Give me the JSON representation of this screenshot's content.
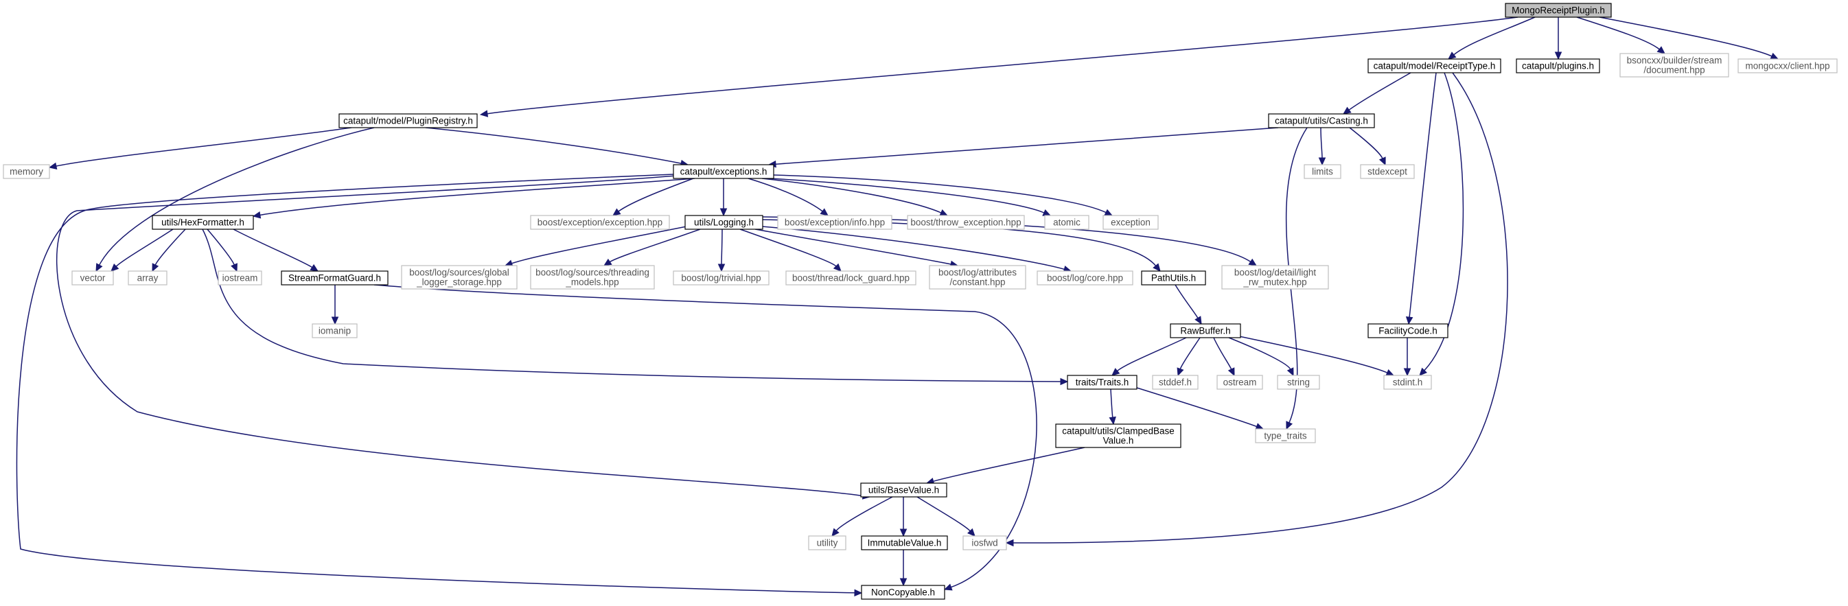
{
  "graph": {
    "nodes": [
      {
        "id": "mongo_receipt_plugin",
        "kind": "main",
        "label": [
          "MongoReceiptPlugin.h"
        ]
      },
      {
        "id": "plugin_registry",
        "kind": "local",
        "label": [
          "catapult/model/PluginRegistry.h"
        ]
      },
      {
        "id": "receipt_type",
        "kind": "local",
        "label": [
          "catapult/model/ReceiptType.h"
        ]
      },
      {
        "id": "plugins",
        "kind": "local",
        "label": [
          "catapult/plugins.h"
        ]
      },
      {
        "id": "bsoncxx_document",
        "kind": "ext",
        "label": [
          "bsoncxx/builder/stream",
          "/document.hpp"
        ]
      },
      {
        "id": "mongocxx_client",
        "kind": "ext",
        "label": [
          "mongocxx/client.hpp"
        ]
      },
      {
        "id": "memory",
        "kind": "ext",
        "label": [
          "memory"
        ]
      },
      {
        "id": "exceptions",
        "kind": "local",
        "label": [
          "catapult/exceptions.h"
        ]
      },
      {
        "id": "vector",
        "kind": "ext",
        "label": [
          "vector"
        ]
      },
      {
        "id": "casting",
        "kind": "local",
        "label": [
          "catapult/utils/Casting.h"
        ]
      },
      {
        "id": "facility_code",
        "kind": "local",
        "label": [
          "FacilityCode.h"
        ]
      },
      {
        "id": "stdint",
        "kind": "ext",
        "label": [
          "stdint.h"
        ]
      },
      {
        "id": "iosfwd",
        "kind": "ext",
        "label": [
          "iosfwd"
        ]
      },
      {
        "id": "limits",
        "kind": "ext",
        "label": [
          "limits"
        ]
      },
      {
        "id": "stdexcept",
        "kind": "ext",
        "label": [
          "stdexcept"
        ]
      },
      {
        "id": "type_traits",
        "kind": "ext",
        "label": [
          "type_traits"
        ]
      },
      {
        "id": "hex_formatter",
        "kind": "local",
        "label": [
          "utils/HexFormatter.h"
        ]
      },
      {
        "id": "boost_exception",
        "kind": "ext",
        "label": [
          "boost/exception/exception.hpp"
        ]
      },
      {
        "id": "logging",
        "kind": "local",
        "label": [
          "utils/Logging.h"
        ]
      },
      {
        "id": "boost_exception_info",
        "kind": "ext",
        "label": [
          "boost/exception/info.hpp"
        ]
      },
      {
        "id": "boost_throw_exception",
        "kind": "ext",
        "label": [
          "boost/throw_exception.hpp"
        ]
      },
      {
        "id": "atomic",
        "kind": "ext",
        "label": [
          "atomic"
        ]
      },
      {
        "id": "exception",
        "kind": "ext",
        "label": [
          "exception"
        ]
      },
      {
        "id": "base_value",
        "kind": "local",
        "label": [
          "utils/BaseValue.h"
        ]
      },
      {
        "id": "non_copyable",
        "kind": "local",
        "label": [
          "NonCopyable.h"
        ]
      },
      {
        "id": "array",
        "kind": "ext",
        "label": [
          "array"
        ]
      },
      {
        "id": "iostream",
        "kind": "ext",
        "label": [
          "iostream"
        ]
      },
      {
        "id": "stream_format_guard",
        "kind": "local",
        "label": [
          "StreamFormatGuard.h"
        ]
      },
      {
        "id": "traits",
        "kind": "local",
        "label": [
          "traits/Traits.h"
        ]
      },
      {
        "id": "iomanip",
        "kind": "ext",
        "label": [
          "iomanip"
        ]
      },
      {
        "id": "boost_global_logger",
        "kind": "ext",
        "label": [
          "boost/log/sources/global",
          "_logger_storage.hpp"
        ]
      },
      {
        "id": "boost_threading_models",
        "kind": "ext",
        "label": [
          "boost/log/sources/threading",
          "_models.hpp"
        ]
      },
      {
        "id": "boost_trivial",
        "kind": "ext",
        "label": [
          "boost/log/trivial.hpp"
        ]
      },
      {
        "id": "boost_lock_guard",
        "kind": "ext",
        "label": [
          "boost/thread/lock_guard.hpp"
        ]
      },
      {
        "id": "boost_constant",
        "kind": "ext",
        "label": [
          "boost/log/attributes",
          "/constant.hpp"
        ]
      },
      {
        "id": "boost_core",
        "kind": "ext",
        "label": [
          "boost/log/core.hpp"
        ]
      },
      {
        "id": "path_utils",
        "kind": "local",
        "label": [
          "PathUtils.h"
        ]
      },
      {
        "id": "boost_rw_mutex",
        "kind": "ext",
        "label": [
          "boost/log/detail/light",
          "_rw_mutex.hpp"
        ]
      },
      {
        "id": "raw_buffer",
        "kind": "local",
        "label": [
          "RawBuffer.h"
        ]
      },
      {
        "id": "stddef",
        "kind": "ext",
        "label": [
          "stddef.h"
        ]
      },
      {
        "id": "ostream",
        "kind": "ext",
        "label": [
          "ostream"
        ]
      },
      {
        "id": "string",
        "kind": "ext",
        "label": [
          "string"
        ]
      },
      {
        "id": "clamped_base_value",
        "kind": "local",
        "label": [
          "catapult/utils/ClampedBase",
          "Value.h"
        ]
      },
      {
        "id": "utility",
        "kind": "ext",
        "label": [
          "utility"
        ]
      },
      {
        "id": "immutable_value",
        "kind": "local",
        "label": [
          "ImmutableValue.h"
        ]
      }
    ],
    "edges": [
      [
        "mongo_receipt_plugin",
        "plugin_registry"
      ],
      [
        "mongo_receipt_plugin",
        "receipt_type"
      ],
      [
        "mongo_receipt_plugin",
        "plugins"
      ],
      [
        "mongo_receipt_plugin",
        "bsoncxx_document"
      ],
      [
        "mongo_receipt_plugin",
        "mongocxx_client"
      ],
      [
        "plugin_registry",
        "memory"
      ],
      [
        "plugin_registry",
        "exceptions"
      ],
      [
        "plugin_registry",
        "vector"
      ],
      [
        "receipt_type",
        "casting"
      ],
      [
        "receipt_type",
        "facility_code"
      ],
      [
        "receipt_type",
        "stdint"
      ],
      [
        "receipt_type",
        "iosfwd"
      ],
      [
        "casting",
        "exceptions"
      ],
      [
        "casting",
        "limits"
      ],
      [
        "casting",
        "stdexcept"
      ],
      [
        "casting",
        "type_traits"
      ],
      [
        "exceptions",
        "hex_formatter"
      ],
      [
        "exceptions",
        "boost_exception"
      ],
      [
        "exceptions",
        "logging"
      ],
      [
        "exceptions",
        "boost_exception_info"
      ],
      [
        "exceptions",
        "boost_throw_exception"
      ],
      [
        "exceptions",
        "atomic"
      ],
      [
        "exceptions",
        "exception"
      ],
      [
        "exceptions",
        "base_value"
      ],
      [
        "exceptions",
        "non_copyable"
      ],
      [
        "hex_formatter",
        "vector"
      ],
      [
        "hex_formatter",
        "array"
      ],
      [
        "hex_formatter",
        "iostream"
      ],
      [
        "hex_formatter",
        "stream_format_guard"
      ],
      [
        "hex_formatter",
        "traits"
      ],
      [
        "stream_format_guard",
        "iomanip"
      ],
      [
        "stream_format_guard",
        "non_copyable"
      ],
      [
        "logging",
        "boost_global_logger"
      ],
      [
        "logging",
        "boost_threading_models"
      ],
      [
        "logging",
        "boost_trivial"
      ],
      [
        "logging",
        "boost_lock_guard"
      ],
      [
        "logging",
        "boost_constant"
      ],
      [
        "logging",
        "boost_core"
      ],
      [
        "logging",
        "path_utils"
      ],
      [
        "logging",
        "boost_rw_mutex"
      ],
      [
        "path_utils",
        "raw_buffer"
      ],
      [
        "raw_buffer",
        "traits"
      ],
      [
        "raw_buffer",
        "stddef"
      ],
      [
        "raw_buffer",
        "ostream"
      ],
      [
        "raw_buffer",
        "string"
      ],
      [
        "raw_buffer",
        "stdint"
      ],
      [
        "facility_code",
        "stdint"
      ],
      [
        "traits",
        "clamped_base_value"
      ],
      [
        "traits",
        "type_traits"
      ],
      [
        "clamped_base_value",
        "base_value"
      ],
      [
        "base_value",
        "utility"
      ],
      [
        "base_value",
        "immutable_value"
      ],
      [
        "base_value",
        "iosfwd"
      ],
      [
        "immutable_value",
        "non_copyable"
      ]
    ]
  }
}
